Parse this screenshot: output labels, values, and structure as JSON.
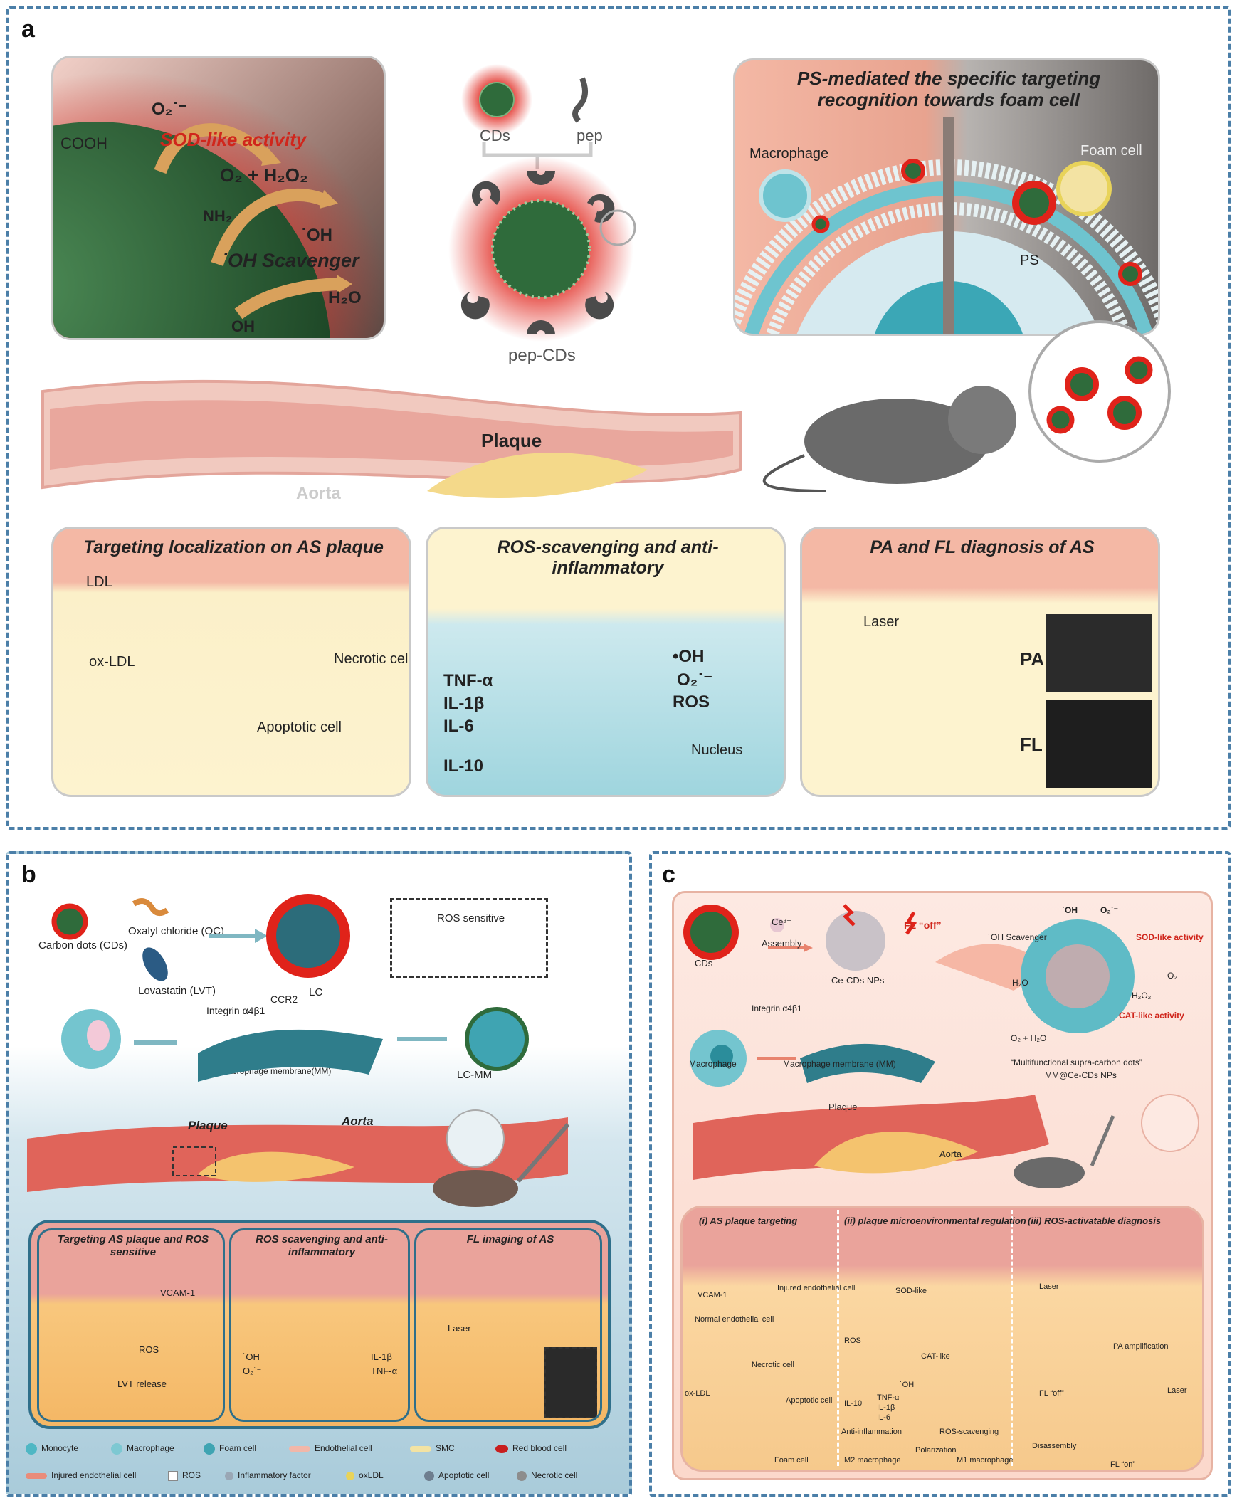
{
  "panels": {
    "a": {
      "label": "a",
      "top_left": {
        "o2_radical": "O₂˙⁻",
        "cooh": "COOH",
        "sod": "SOD-like activity",
        "o2_h2o2": "O₂ + H₂O₂",
        "nh2": "NH₂",
        "oh_radical": "˙OH",
        "oh_scavenger": "˙OH Scavenger",
        "h2o": "H₂O",
        "oh": "OH"
      },
      "center": {
        "cds": "CDs",
        "pep": "pep",
        "pep_cds": "pep-CDs"
      },
      "top_right": {
        "title": "PS-mediated the specific targeting recognition towards foam cell",
        "macrophage": "Macrophage",
        "foam_cell": "Foam cell",
        "ps": "PS"
      },
      "vessel": {
        "plaque": "Plaque",
        "aorta": "Aorta"
      },
      "box1": {
        "title": "Targeting localization on AS plaque",
        "ldl": "LDL",
        "oxldl": "ox-LDL",
        "necrotic": "Necrotic cell",
        "apoptotic": "Apoptotic cell"
      },
      "box2": {
        "title": "ROS-scavenging and anti-inflammatory",
        "tnf": "TNF-α",
        "il1b": "IL-1β",
        "il6": "IL-6",
        "il10": "IL-10",
        "oh": "•OH",
        "o2": "O₂˙⁻",
        "ros": "ROS",
        "nucleus": "Nucleus"
      },
      "box3": {
        "title": "PA and FL diagnosis of AS",
        "laser": "Laser",
        "pa": "PA",
        "fl": "FL"
      }
    },
    "b": {
      "label": "b",
      "cds": "Carbon dots (CDs)",
      "oc": "Oxalyl chloride (OC)",
      "lvt": "Lovastatin (LVT)",
      "lc": "LC",
      "ros_sensitive": "ROS sensitive",
      "integrin": "Integrin α4β1",
      "ccr2": "CCR2",
      "mm": "Macrophage membrane(MM)",
      "lcmm": "LC-MM",
      "plaque": "Plaque",
      "aorta": "Aorta",
      "box1_title": "Targeting AS plaque and ROS sensitive",
      "box2_title": "ROS scavenging and anti-inflammatory",
      "box3_title": "FL imaging of AS",
      "vcam": "VCAM-1",
      "ros": "ROS",
      "lvt_release": "LVT release",
      "oh": "˙OH",
      "o2": "O₂˙⁻",
      "il1b": "IL-1β",
      "tnfa": "TNF-α",
      "laser": "Laser",
      "legend": [
        {
          "label": "Monocyte",
          "color": "#4fb7c4"
        },
        {
          "label": "Macrophage",
          "color": "#7dc8d2"
        },
        {
          "label": "Foam cell",
          "color": "#3fa4b2"
        },
        {
          "label": "Endothelial cell",
          "color": "#f2b7a9"
        },
        {
          "label": "SMC",
          "color": "#f3e3a3"
        },
        {
          "label": "Red blood cell",
          "color": "#c81e1e"
        },
        {
          "label": "Injured endothelial cell",
          "color": "#e98c7a"
        },
        {
          "label": "ROS",
          "color": "#ffffff"
        },
        {
          "label": "Inflammatory factor",
          "color": "#9aa7b5"
        },
        {
          "label": "oxLDL",
          "color": "#e8d35a"
        },
        {
          "label": "Apoptotic cell",
          "color": "#6e7e8f"
        },
        {
          "label": "Necrotic cell",
          "color": "#8d8d8d"
        }
      ]
    },
    "c": {
      "label": "c",
      "cds": "CDs",
      "ce": "Ce³⁺",
      "assembly": "Assembly",
      "fl_off": "FL “off”",
      "ce_cds": "Ce-CDs NPs",
      "oh_top": "˙OH",
      "o2_top": "O₂˙⁻",
      "oh_scavenger": "˙OH Scavenger",
      "sod": "SOD-like activity",
      "h2o": "H₂O",
      "o2": "O₂",
      "h2o2": "H₂O₂",
      "cat": "CAT-like activity",
      "o2_h2o": "O₂ + H₂O",
      "integrin": "Integrin α4β1",
      "macrophage": "Macrophage",
      "mm": "Macrophage membrane (MM)",
      "multi": "“Multifunctional supra-carbon dots”",
      "mm_ce": "MM@Ce-CDs NPs",
      "plaque": "Plaque",
      "aorta": "Aorta",
      "sec1": "(i) AS plaque targeting",
      "sec2": "(ii) plaque microenvironmental regulation",
      "sec3": "(iii) ROS-activatable diagnosis",
      "vcam": "VCAM-1",
      "injured": "Injured endothelial cell",
      "normal": "Normal endothelial cell",
      "necrotic": "Necrotic cell",
      "oxldl": "ox-LDL",
      "apoptotic": "Apoptotic cell",
      "foam": "Foam cell",
      "sod_like": "SOD-like",
      "cat_like": "CAT-like",
      "ros": "ROS",
      "oh": "˙OH",
      "il10": "IL-10",
      "tnfa": "TNF-α",
      "il1b": "IL-1β",
      "il6": "IL-6",
      "anti": "Anti-inflammation",
      "ros_scav": "ROS-scavenging",
      "polarization": "Polarization",
      "m2": "M2 macrophage",
      "m1": "M1 macrophage",
      "laser": "Laser",
      "pa_amp": "PA amplification",
      "fl_off2": "FL “off”",
      "fl_on": "FL “on”",
      "disassembly": "Disassembly"
    }
  },
  "colors": {
    "panel_border": "#4b7fa8",
    "red_text": "#d0261c",
    "vessel": "#e8998f",
    "plaque": "#f4d98a",
    "cd_core": "#2f6b3b",
    "teal": "#4fb7c4"
  }
}
